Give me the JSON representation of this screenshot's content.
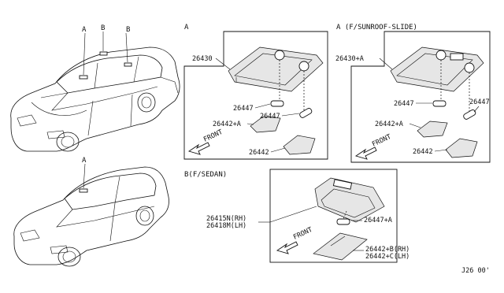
{
  "callouts": {
    "sedan_a": "A",
    "sedan_b1": "B",
    "sedan_b2": "B",
    "coupe_a": "A"
  },
  "panels": {
    "a": {
      "title": "A",
      "part_lamp_assy": "26430",
      "part_bulb_left": "26447",
      "part_bulb_right": "26447",
      "part_lens_a": "26442+A",
      "part_lens": "26442",
      "front": "FRONT"
    },
    "a_sunroof": {
      "title": "A (F/SUNROOF-SLIDE)",
      "part_lamp_assy": "26430+A",
      "part_bulb_left": "26447",
      "part_bulb_right": "26447",
      "part_lens_a": "26442+A",
      "part_lens": "26442",
      "front": "FRONT"
    },
    "b_sedan": {
      "title": "B(F/SEDAN)",
      "part_rh": "26415N(RH)",
      "part_lh": "26418M(LH)",
      "part_bulb": "26447+A",
      "part_lens_b": "26442+B(RH)",
      "part_lens_c": "26442+C(LH)",
      "front": "FRONT"
    }
  },
  "diagram_code": "J26 00'"
}
